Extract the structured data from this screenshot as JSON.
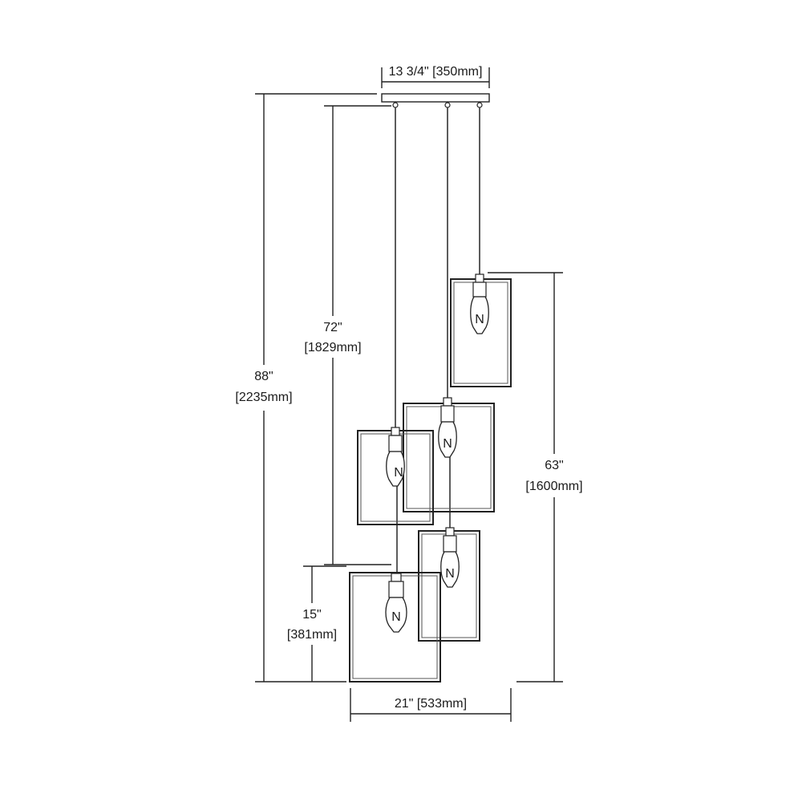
{
  "dimensions": {
    "canopy_width": "13 3/4\" [350mm]",
    "height_88_in": "88\"",
    "height_88_mm": "[2235mm]",
    "height_72_in": "72\"",
    "height_72_mm": "[1829mm]",
    "height_63_in": "63\"",
    "height_63_mm": "[1600mm]",
    "height_15_in": "15\"",
    "height_15_mm": "[381mm]",
    "overall_width": "21\" [533mm]"
  },
  "bulb_mark": "N"
}
